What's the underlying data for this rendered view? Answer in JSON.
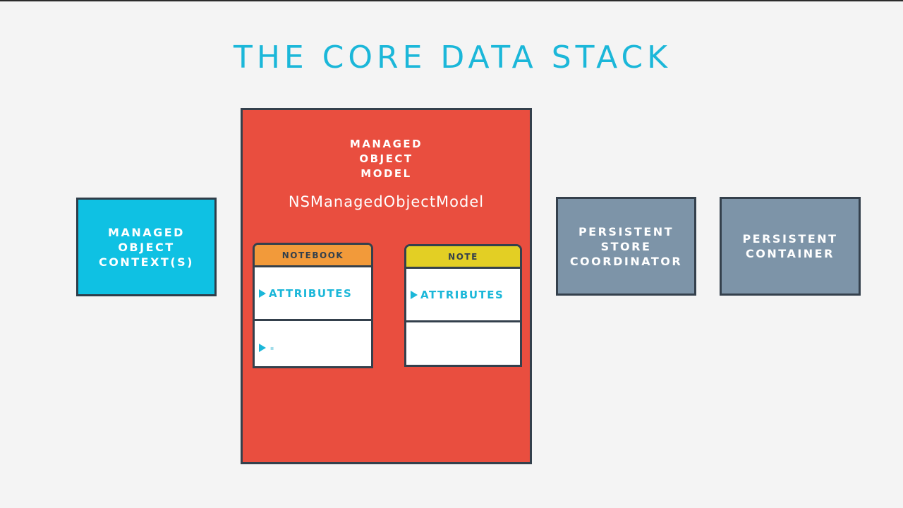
{
  "title": "THE CORE DATA STACK",
  "managed_object_context": {
    "lines": [
      "MANAGED",
      "OBJECT",
      "CONTEXT(S)"
    ]
  },
  "managed_object_model": {
    "lines": [
      "MANAGED",
      "OBJECT",
      "MODEL"
    ],
    "class_name": "NSManagedObjectModel",
    "entities": [
      {
        "name": "NOTEBOOK",
        "row1": "ATTRIBUTES",
        "row2": ""
      },
      {
        "name": "NOTE",
        "row1": "ATTRIBUTES",
        "row2": ""
      }
    ]
  },
  "persistent_store_coordinator": {
    "lines": [
      "PERSISTENT",
      "STORE",
      "COORDINATOR"
    ]
  },
  "persistent_container": {
    "lines": [
      "PERSISTENT",
      "CONTAINER"
    ]
  },
  "colors": {
    "title": "#1bb7d9",
    "context_box": "#0fc1e3",
    "model_box": "#e94e3f",
    "store_boxes": "#7d94a8",
    "notebook_header": "#f29a3a",
    "note_header": "#e3cf24",
    "outline": "#34404c"
  }
}
